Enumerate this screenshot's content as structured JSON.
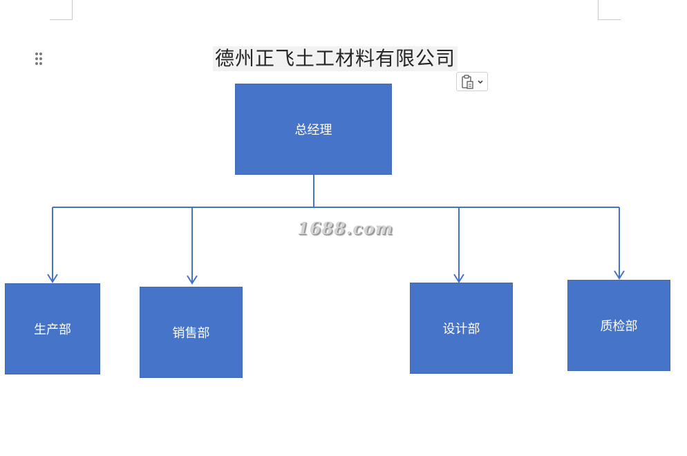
{
  "document": {
    "title": "德州正飞土工材料有限公司"
  },
  "org_chart": {
    "top": {
      "label": "总经理"
    },
    "departments": [
      {
        "label": "生产部"
      },
      {
        "label": "销售部"
      },
      {
        "label": "设计部"
      },
      {
        "label": "质检部"
      }
    ]
  },
  "watermark": {
    "text": "1688.com"
  },
  "icons": {
    "handle": "drag-handle-icon",
    "paste": "clipboard-paste-icon",
    "dropdown": "chevron-down-icon"
  },
  "colors": {
    "box_fill": "#4674c9",
    "connector": "#4472c4",
    "box_text": "#ffffff"
  }
}
